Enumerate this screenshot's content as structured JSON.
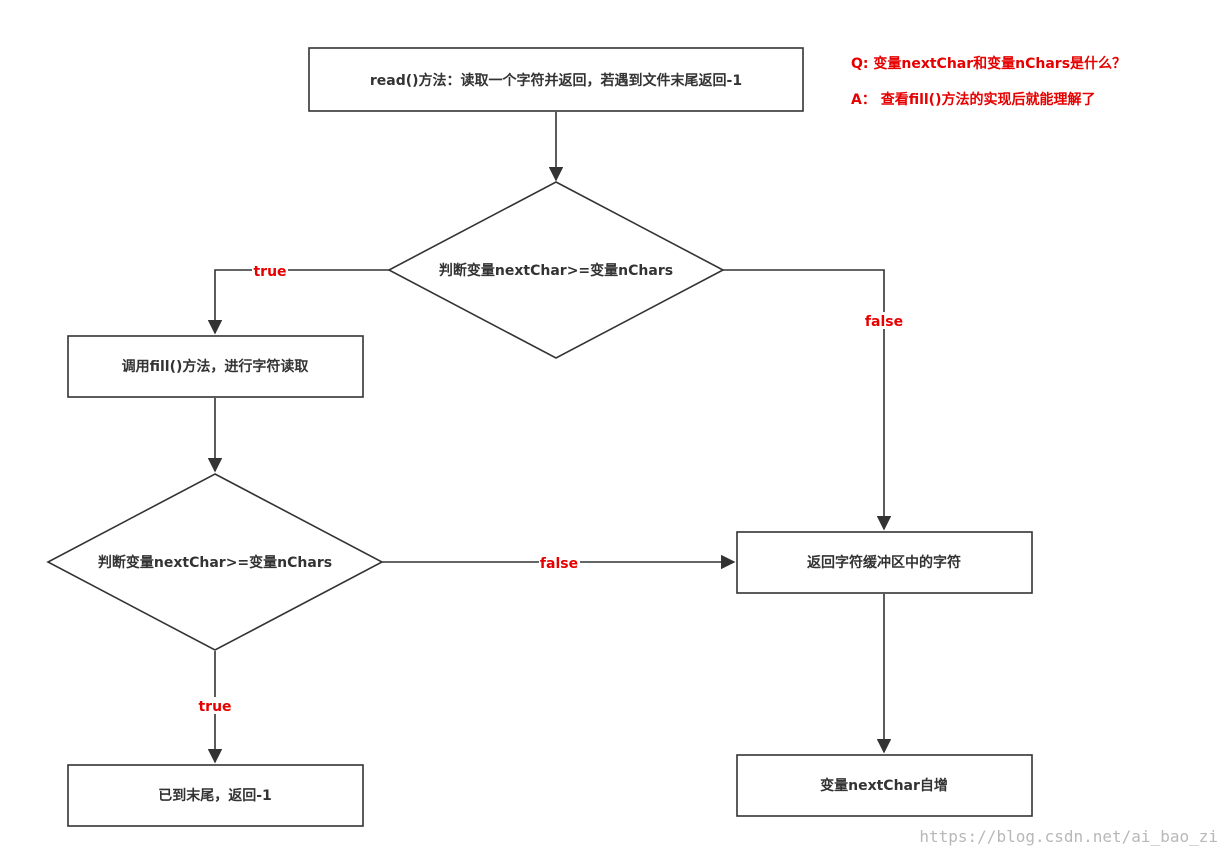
{
  "nodes": {
    "read_method": "read()方法：读取一个字符并返回，若遇到文件末尾返回-1",
    "check_1": "判断变量nextChar>=变量nChars",
    "call_fill": "调用fill()方法，进行字符读取",
    "check_2": "判断变量nextChar>=变量nChars",
    "return_char": "返回字符缓冲区中的字符",
    "end_of_file": "已到末尾，返回-1",
    "increment": "变量nextChar自增"
  },
  "edges": {
    "check1_true": "true",
    "check1_false": "false",
    "check2_false": "false",
    "check2_true": "true"
  },
  "note": {
    "question": "Q:   变量nextChar和变量nChars是什么？",
    "answer": "A：  查看fill()方法的实现后就能理解了"
  },
  "watermark": "https://blog.csdn.net/ai_bao_zi"
}
